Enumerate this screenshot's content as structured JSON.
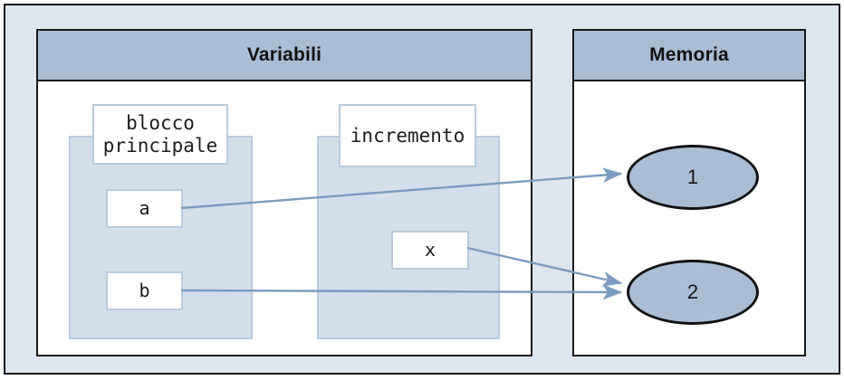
{
  "diagram": {
    "title_variables": "Variabili",
    "title_memory": "Memoria",
    "accent_header": "#a9bdd4",
    "accent_scope": "#d3dfeb",
    "accent_border": "#b9cbdd",
    "accent_arrow": "#7b9cbf",
    "frame_background": "#dde5ee",
    "frame_border": "#16181a"
  },
  "variables_panel": {
    "header": "Variabili",
    "scopes": [
      {
        "name": "blocco-principale",
        "label": "blocco\nprincipale",
        "variables": [
          {
            "name": "a",
            "label": "a"
          },
          {
            "name": "b",
            "label": "b"
          }
        ]
      },
      {
        "name": "incremento",
        "label": "incremento",
        "variables": [
          {
            "name": "x",
            "label": "x"
          }
        ]
      }
    ]
  },
  "memory_panel": {
    "header": "Memoria",
    "cells": [
      {
        "name": "memory-cell-1",
        "label": "1"
      },
      {
        "name": "memory-cell-2",
        "label": "2"
      }
    ]
  },
  "references": [
    {
      "from": "a",
      "to": "1"
    },
    {
      "from": "x",
      "to": "2"
    },
    {
      "from": "b",
      "to": "2"
    }
  ]
}
